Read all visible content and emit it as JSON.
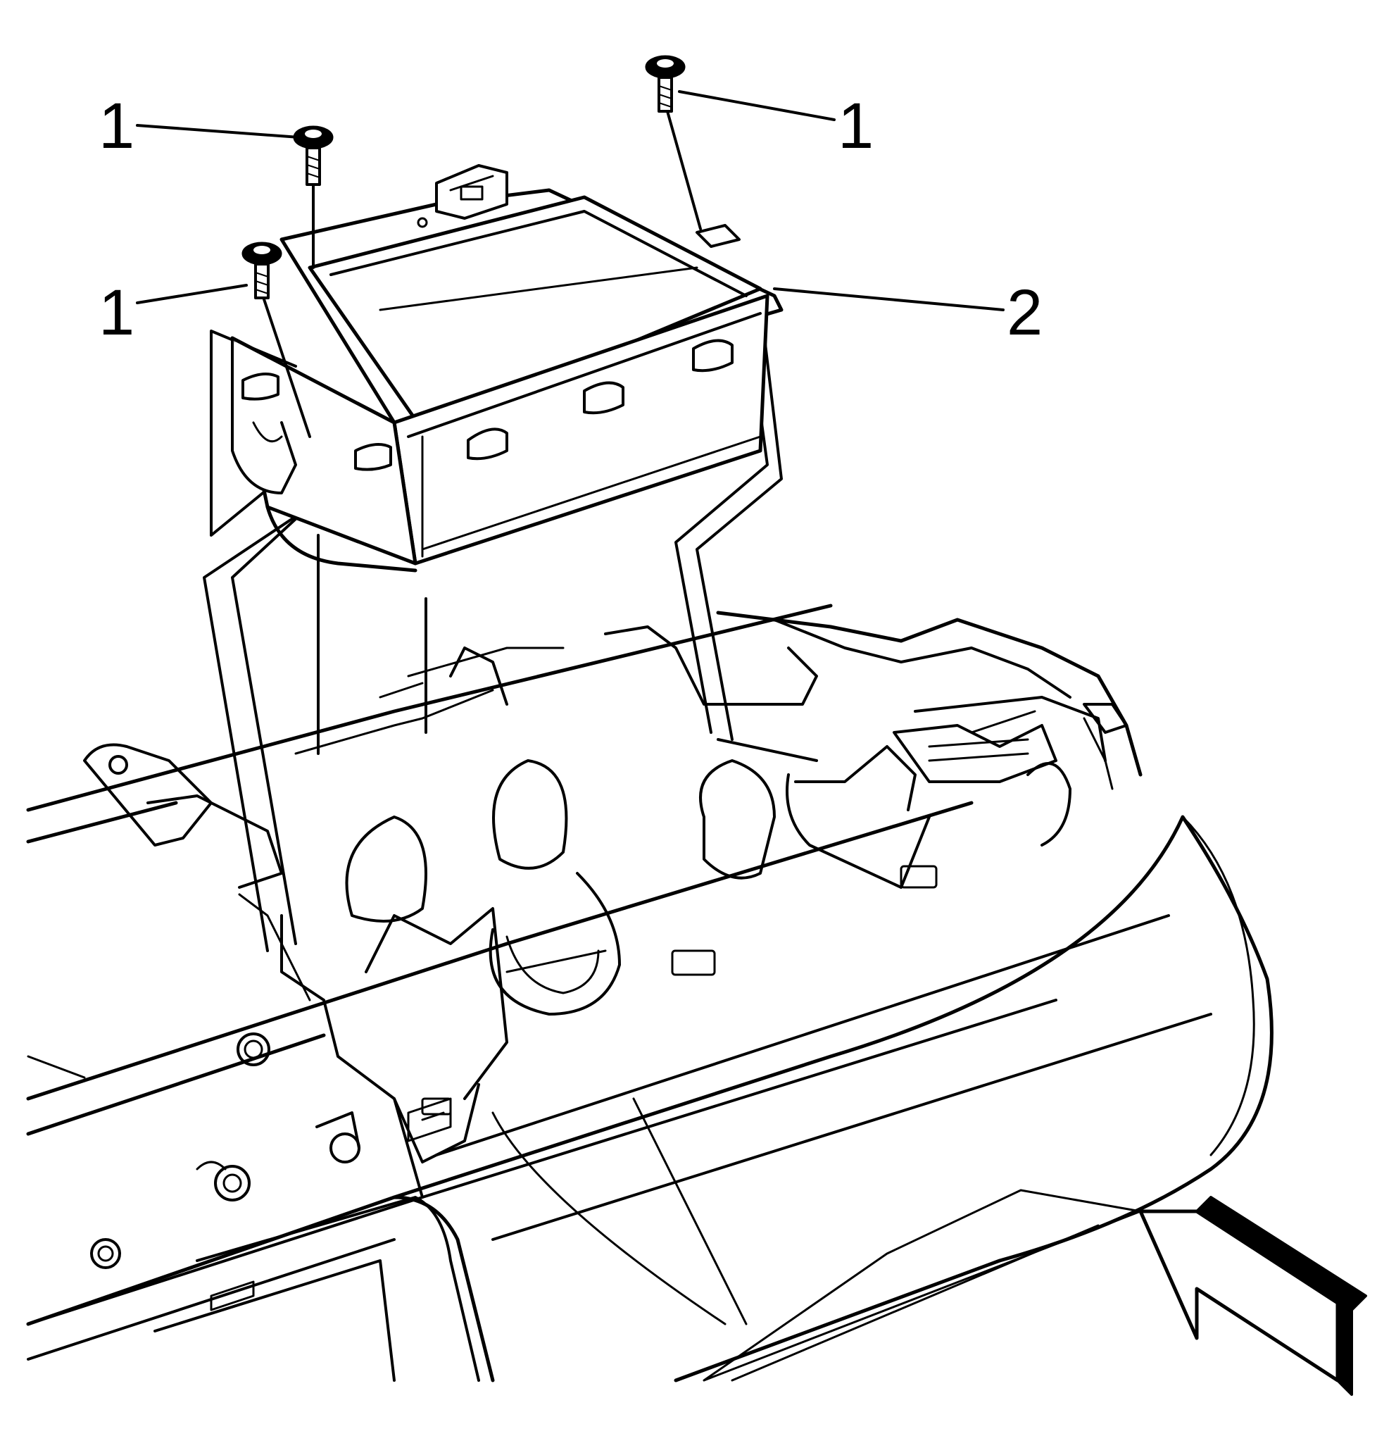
{
  "callouts": [
    {
      "id": "fastener-left-top",
      "text": "1"
    },
    {
      "id": "fastener-right-top",
      "text": "1"
    },
    {
      "id": "fastener-left-mid",
      "text": "1"
    },
    {
      "id": "module",
      "text": "2"
    }
  ],
  "colors": {
    "line": "#000000",
    "background": "#ffffff"
  },
  "icons": {
    "view-direction": "view-direction-arrow-icon"
  }
}
